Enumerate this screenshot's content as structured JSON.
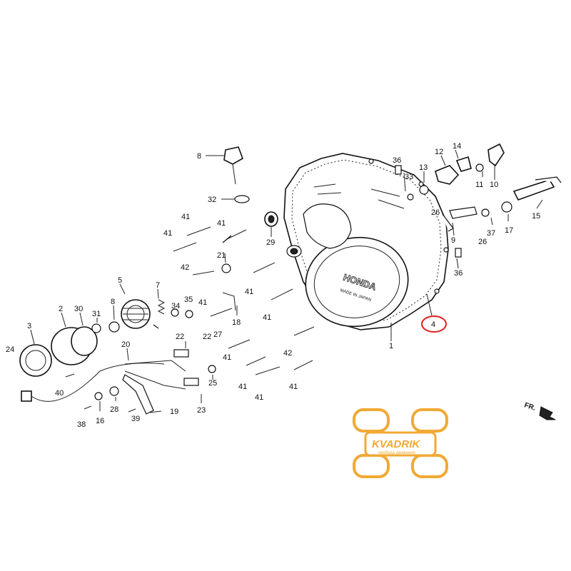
{
  "diagram": {
    "callouts": [
      {
        "id": "c1",
        "label": "1"
      },
      {
        "id": "c2",
        "label": "2"
      },
      {
        "id": "c3",
        "label": "3"
      },
      {
        "id": "c4",
        "label": "4"
      },
      {
        "id": "c5",
        "label": "5"
      },
      {
        "id": "c7",
        "label": "7"
      },
      {
        "id": "c8a",
        "label": "8"
      },
      {
        "id": "c8b",
        "label": "8"
      },
      {
        "id": "c9",
        "label": "9"
      },
      {
        "id": "c10",
        "label": "10"
      },
      {
        "id": "c11",
        "label": "11"
      },
      {
        "id": "c12",
        "label": "12"
      },
      {
        "id": "c13",
        "label": "13"
      },
      {
        "id": "c14",
        "label": "14"
      },
      {
        "id": "c15",
        "label": "15"
      },
      {
        "id": "c16",
        "label": "16"
      },
      {
        "id": "c17",
        "label": "17"
      },
      {
        "id": "c18",
        "label": "18"
      },
      {
        "id": "c19",
        "label": "19"
      },
      {
        "id": "c20",
        "label": "20"
      },
      {
        "id": "c21",
        "label": "21"
      },
      {
        "id": "c22a",
        "label": "22"
      },
      {
        "id": "c22b",
        "label": "22"
      },
      {
        "id": "c23",
        "label": "23"
      },
      {
        "id": "c24",
        "label": "24"
      },
      {
        "id": "c25",
        "label": "25"
      },
      {
        "id": "c26a",
        "label": "26"
      },
      {
        "id": "c26b",
        "label": "26"
      },
      {
        "id": "c27",
        "label": "27"
      },
      {
        "id": "c28",
        "label": "28"
      },
      {
        "id": "c29",
        "label": "29"
      },
      {
        "id": "c30",
        "label": "30"
      },
      {
        "id": "c31",
        "label": "31"
      },
      {
        "id": "c32",
        "label": "32"
      },
      {
        "id": "c33",
        "label": "33"
      },
      {
        "id": "c34",
        "label": "34"
      },
      {
        "id": "c35",
        "label": "35"
      },
      {
        "id": "c36a",
        "label": "36"
      },
      {
        "id": "c36b",
        "label": "36"
      },
      {
        "id": "c37",
        "label": "37"
      },
      {
        "id": "c38",
        "label": "38"
      },
      {
        "id": "c39",
        "label": "39"
      },
      {
        "id": "c40",
        "label": "40"
      },
      {
        "id": "c41a",
        "label": "41"
      },
      {
        "id": "c41b",
        "label": "41"
      },
      {
        "id": "c41c",
        "label": "41"
      },
      {
        "id": "c41d",
        "label": "41"
      },
      {
        "id": "c41e",
        "label": "41"
      },
      {
        "id": "c41f",
        "label": "41"
      },
      {
        "id": "c41g",
        "label": "41"
      },
      {
        "id": "c41h",
        "label": "41"
      },
      {
        "id": "c42a",
        "label": "42"
      },
      {
        "id": "c42b",
        "label": "42"
      }
    ],
    "cover_brand": "HONDA",
    "cover_stamp": "MADE IN JAPAN",
    "direction_label": "FR.",
    "highlight_color": "#e02020"
  },
  "watermark": {
    "brand": "KVADRIK",
    "tagline": "свобода движения",
    "color": "#f0a020"
  }
}
